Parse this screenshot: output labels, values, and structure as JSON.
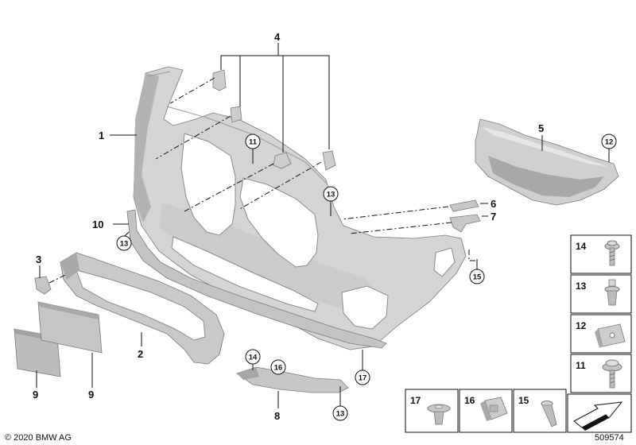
{
  "copyright": "© 2020 BMW AG",
  "diagram_id": "509574",
  "callouts": {
    "c1": "1",
    "c2": "2",
    "c3": "3",
    "c4": "4",
    "c5": "5",
    "c6": "6",
    "c7": "7",
    "c8": "8",
    "c9a": "9",
    "c9b": "9",
    "c10": "10",
    "r11": "11",
    "r12": "12",
    "r13a": "13",
    "r13b": "13",
    "r13c": "13",
    "r14": "14",
    "r15": "15",
    "r16": "16",
    "r17": "17"
  },
  "legend": {
    "l14": "14",
    "l13": "13",
    "l12": "12",
    "l11": "11",
    "l17": "17",
    "l16": "16",
    "l15": "15"
  },
  "colors": {
    "part_fill": "#d6d6d6",
    "part_shadow": "#a9a9a9",
    "line": "#111111"
  }
}
